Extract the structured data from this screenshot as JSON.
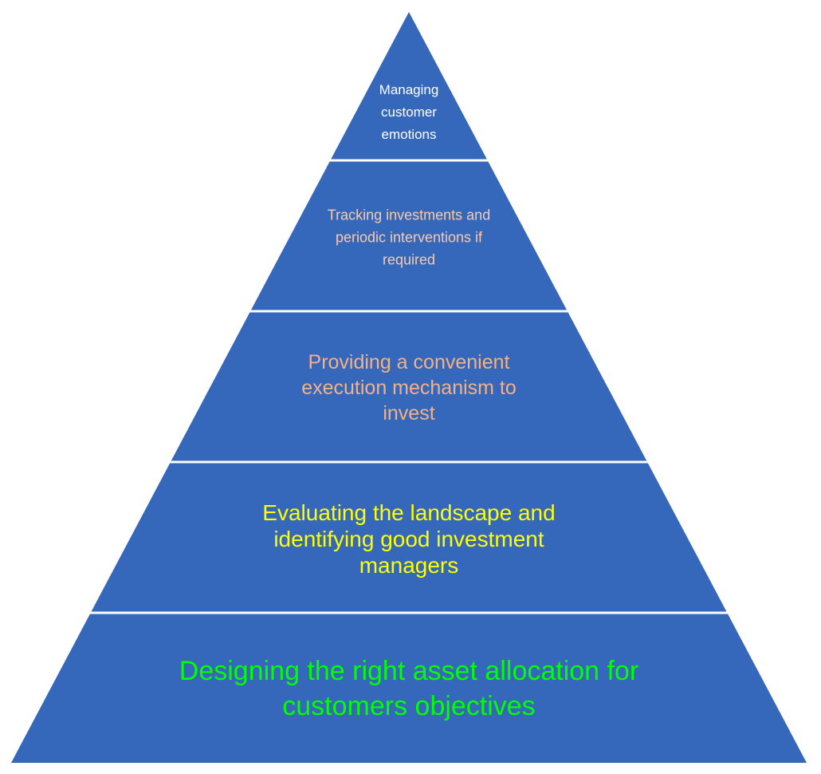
{
  "diagram": {
    "type": "pyramid",
    "fill_color": "#3567BB",
    "separator_color": "#FFFFFF",
    "levels": [
      {
        "id": "managing-customer-emotions",
        "lines": [
          "Managing",
          "customer",
          "emotions"
        ],
        "text_color": "#FFFFFF"
      },
      {
        "id": "tracking-investments",
        "lines": [
          "Tracking investments and",
          "periodic interventions if",
          "required"
        ],
        "text_color": "#F8CBAD"
      },
      {
        "id": "convenient-execution",
        "lines": [
          "Providing a convenient",
          "execution mechanism to",
          "invest"
        ],
        "text_color": "#F4B183"
      },
      {
        "id": "evaluating-landscape",
        "lines": [
          "Evaluating the landscape and",
          "identifying good investment",
          "managers"
        ],
        "text_color": "#FFFF00"
      },
      {
        "id": "asset-allocation",
        "lines": [
          "Designing the right asset allocation for",
          "customers objectives"
        ],
        "text_color": "#00FF00"
      }
    ]
  }
}
